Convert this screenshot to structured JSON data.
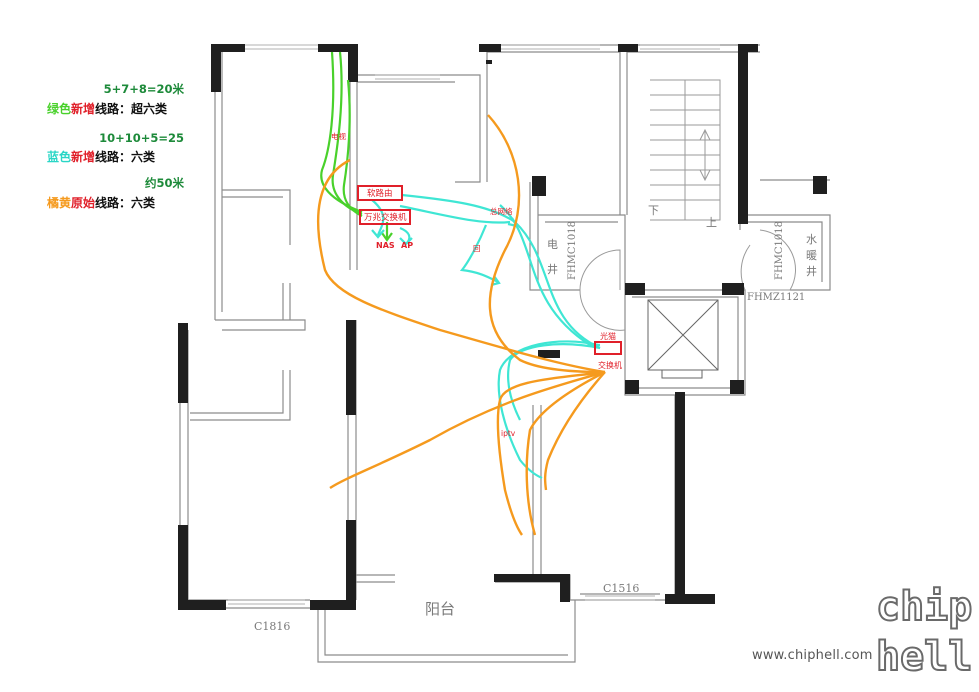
{
  "colors": {
    "green": "#49d12b",
    "cyan": "#3fe6d4",
    "orange": "#f59a1e",
    "red": "#e0202a",
    "teal_text": "#1d8a3a",
    "wall": "#222222",
    "thin_wall": "#8c8c8c"
  },
  "legend": [
    {
      "calc": "5+7+8=20米",
      "color_word": "绿色",
      "type_word": "新增",
      "rest": "线路：超六类",
      "color_key": "green"
    },
    {
      "calc": "10+10+5=25",
      "color_word": "蓝色",
      "type_word": "新增",
      "rest": "线路：六类",
      "color_key": "cyan"
    },
    {
      "calc": "约50米",
      "color_word": "橘黄",
      "type_word": "原始",
      "rest": "线路：六类",
      "color_key": "orange"
    }
  ],
  "labels": {
    "dianshi": "电视",
    "soft_router": "软路由",
    "tengig_switch": "万兆交换机",
    "nas": "NAS",
    "ap": "AP",
    "main_network": "总网络",
    "hui": "回",
    "modem": "光猫",
    "switch": "交换机",
    "iptv": "iptv",
    "balcony": "阳台",
    "window_c1816": "C1816",
    "window_c1516": "C1516",
    "stairs_down": "下",
    "stairs_up": "上",
    "elec_shaft_1": "电",
    "elec_shaft_2": "井",
    "elec_door": "FHMC1018",
    "water_shaft_1": "水",
    "water_shaft_2": "暖",
    "water_shaft_3": "井",
    "water_door": "FHMC1018",
    "fire_door": "FHMZ1121"
  },
  "watermark": {
    "site": "www.chiphell.com",
    "logo_line1": "chip",
    "logo_line2": "hell"
  }
}
